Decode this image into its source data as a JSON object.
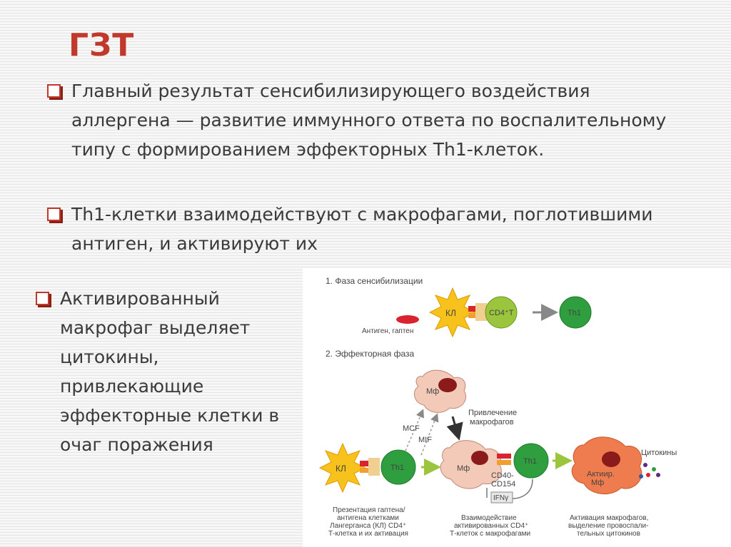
{
  "slide": {
    "title": "ГЗТ",
    "bullets": [
      "Главный результат сенсибилизирующего воздействия аллергена — развитие иммунного ответа по воспалительному типу с формированием эффекторных Th1-клеток.",
      "Th1-клетки взаимодействуют с макрофагами, поглотившими антиген, и активируют их",
      "Активированный макрофаг выделяет цитокины, привлекающие эффекторные клетки в очаг поражения"
    ]
  },
  "figure": {
    "phase1_title": "1. Фаза сенсибилизации",
    "phase2_title": "2. Эффекторная фаза",
    "antigen_label": "Антиген, гаптен",
    "kl": "КЛ",
    "cd4t": "CD4⁺T",
    "th1": "Th1",
    "mf": "Мф",
    "mcf": "MCF",
    "mif": "MIF",
    "recruit_line1": "Привлечение",
    "recruit_line2": "макрофагов",
    "cd40": "CD40-",
    "cd154": "CD154",
    "ifn": "IFNγ",
    "activ_line1": "Актиир.",
    "activ_line2": "Мф",
    "cytokines": "Цитокины",
    "cap1": [
      "Презентация гаптена/",
      "антигена клетками",
      "Лангерганса (КЛ) CD4⁺",
      "Т-клетка и их активация"
    ],
    "cap2": [
      "Взаимодействие",
      "активированных CD4⁺",
      "Т-клеток с макрофагами"
    ],
    "cap3": [
      "Активация макрофагов,",
      "выделение провоспали-",
      "тельных цитокинов"
    ],
    "colors": {
      "accent": "#c0392b",
      "th1_green": "#2e9e3e",
      "cd4_green": "#9bc53d",
      "star_yellow": "#f6c21b",
      "macrophage": "#f3c9b8",
      "activated_macrophage": "#ee7c4e",
      "nucleus": "#8b1a1a"
    }
  }
}
